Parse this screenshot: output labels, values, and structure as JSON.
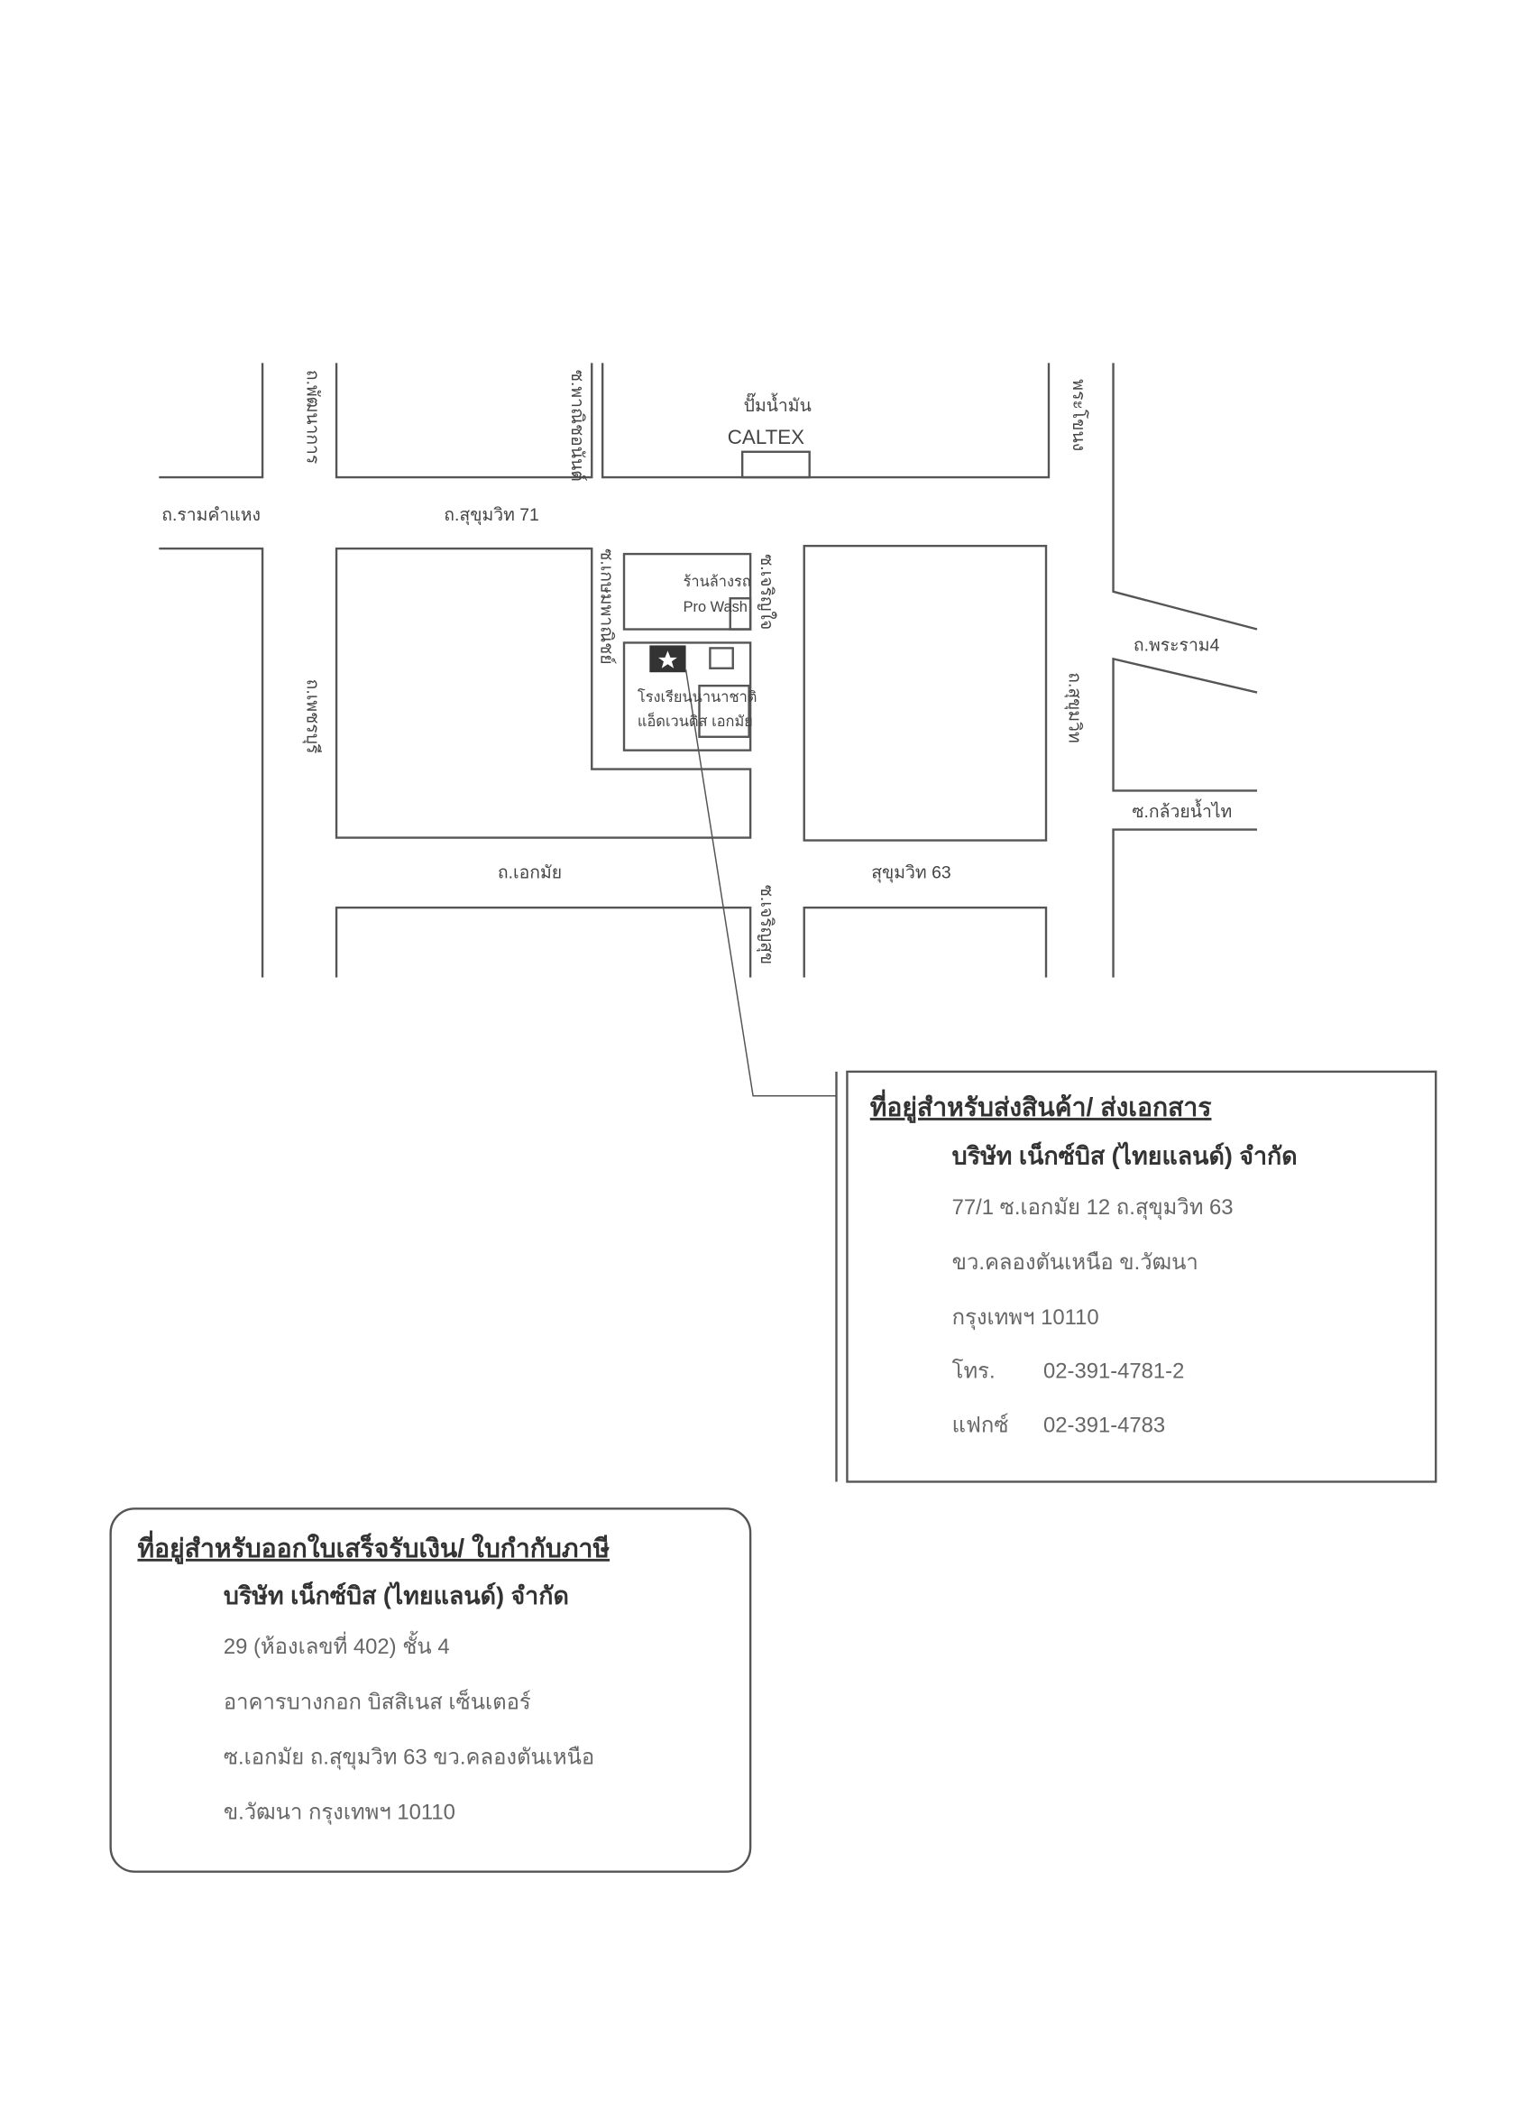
{
  "map": {
    "roads": {
      "ramkhamhaeng": "ถ.รามคำแหง",
      "sukhumvit71": "ถ.สุขุมวิท 71",
      "pattanakarn": "ถ.พัฒนาการ",
      "soi_phanit": "ซ.พาณิชอนันต์",
      "phetchaburi": "ถ.เพชรบุรี",
      "soi_kasem": "ซ.เกษมพาณิชย์",
      "soi_charoenjai_top": "ซ.เจริญใจ",
      "soi_charoenjai_bottom": "ซ.เจริญสุข",
      "ekkamai": "ถ.เอกมัย",
      "sukhumvit63": "สุขุมวิท 63",
      "sukhumvit": "ถ.สุขุมวิท",
      "phra_khanong": "พระโขนง",
      "rama4": "ถ.พระราม4",
      "soi_kluaynamthai": "ซ.กล้วยน้ำไท"
    },
    "landmarks": {
      "gas_station_th": "ปั๊มน้ำมัน",
      "gas_station_brand": "CALTEX",
      "car_wash_th": "ร้านล้างรถ",
      "car_wash_en": "Pro Wash",
      "school_line1": "โรงเรียนนานาชาติ",
      "school_line2": "แอ็ดเวนติส เอกมัย"
    },
    "marker_icon": "star-icon"
  },
  "shipping": {
    "title": "ที่อยู่สำหรับส่งสินค้า/ ส่งเอกสาร",
    "company": "บริษัท เน็กซ์บิส (ไทยแลนด์) จำกัด",
    "lines": [
      "77/1  ซ.เอกมัย 12 ถ.สุขุมวิท 63",
      "ขว.คลองตันเหนือ ข.วัฒนา",
      "กรุงเทพฯ 10110"
    ],
    "tel_label": "โทร.",
    "tel": "02-391-4781-2",
    "fax_label": "แฟกซ์",
    "fax": "02-391-4783"
  },
  "billing": {
    "title": "ที่อยู่สำหรับออกใบเสร็จรับเงิน/ ใบกำกับภาษี",
    "company": "บริษัท เน็กซ์บิส (ไทยแลนด์) จำกัด",
    "lines": [
      "29 (ห้องเลขที่ 402) ชั้น 4",
      "อาคารบางกอก บิสสิเนส เซ็นเตอร์",
      "ซ.เอกมัย ถ.สุขุมวิท  63 ขว.คลองตันเหนือ",
      "ข.วัฒนา กรุงเทพฯ 10110"
    ]
  }
}
